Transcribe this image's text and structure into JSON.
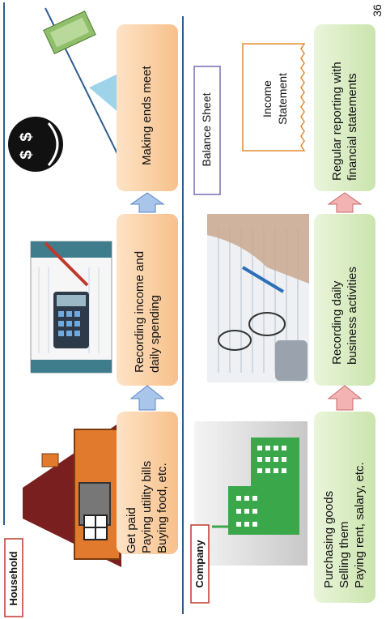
{
  "slide_number": "36",
  "household": {
    "label": "Household",
    "step1_lines": [
      "Get paid",
      "Paying utility bills",
      "Buying food, etc."
    ],
    "step2_lines": [
      "Recording income and",
      "daily spending"
    ],
    "step3_lines": [
      "Making ends meet"
    ]
  },
  "company": {
    "label": "Company",
    "step1_lines": [
      "Purchasing goods",
      "Selling them",
      "Paying rent, salary, etc."
    ],
    "step2_lines": [
      "Recording daily",
      "business activities"
    ],
    "step3_lines": [
      "Regular reporting with",
      "financial statements"
    ]
  },
  "documents": {
    "balance_sheet": "Balance Sheet",
    "income_statement_lines": [
      "Income",
      "Statement"
    ]
  },
  "colors": {
    "household_box": "#fbd3a8",
    "company_box": "#d9ecc0",
    "household_arrow": "#a9c6ea",
    "company_arrow": "#f4b3b3",
    "label_border": "#c0392b",
    "divider": "#2e5d8e",
    "balance_border": "#7a6db3",
    "income_border": "#e58a2e"
  }
}
